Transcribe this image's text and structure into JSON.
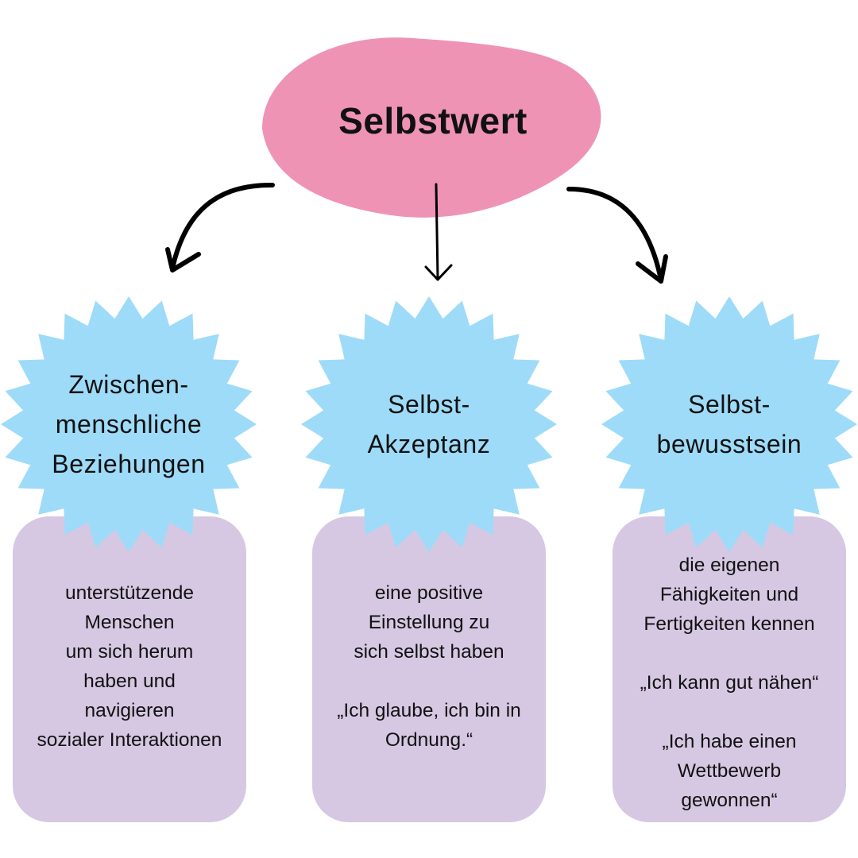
{
  "colors": {
    "root_blob": "#ef93b5",
    "star_fill": "#9edbf8",
    "box_fill": "#d6c8e3",
    "arrow": "#000000",
    "text": "#111111"
  },
  "root": {
    "label": "Selbstwert"
  },
  "branches": [
    {
      "star_label": "Zwischen-\nmenschliche\nBeziehungen",
      "description": "unterstützende\nMenschen\num sich herum\nhaben und\nnavigieren\nsozialer Interaktionen"
    },
    {
      "star_label": "Selbst-\nAkzeptanz",
      "description": "eine positive\nEinstellung zu\nsich selbst haben\n\n„Ich glaube, ich bin in\nOrdnung.“"
    },
    {
      "star_label": "Selbst-\nbewusstsein",
      "description": "die eigenen\nFähigkeiten und\nFertigkeiten kennen\n\n„Ich kann gut nähen“\n\n„Ich habe einen\nWettbewerb\ngewonnen“"
    }
  ]
}
